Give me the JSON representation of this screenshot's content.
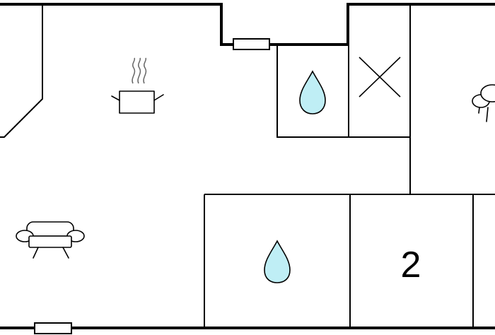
{
  "floorplan": {
    "rooms": [
      {
        "id": "kitchen-living",
        "icon": "cooking-pot-icon"
      },
      {
        "id": "living-area",
        "icon": "sofa-icon"
      },
      {
        "id": "shower-upper",
        "icon": "water-drop-icon"
      },
      {
        "id": "closet",
        "icon": "cross-x-icon"
      },
      {
        "id": "dining",
        "icon": "table-chair-icon"
      },
      {
        "id": "bathroom-lower",
        "icon": "water-drop-icon"
      },
      {
        "id": "bedroom-2",
        "icon": "none",
        "label": "2"
      }
    ],
    "windows": [
      "window-top",
      "window-bottom"
    ],
    "colors": {
      "wall": "#000000",
      "water": "#bfeef5",
      "background": "#ffffff"
    }
  }
}
